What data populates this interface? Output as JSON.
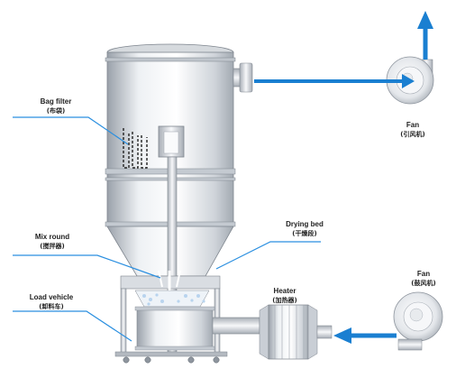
{
  "labels": {
    "bag_filter": {
      "en": "Bag filter",
      "zh": "(布袋)"
    },
    "fan_exhaust": {
      "en": "Fan",
      "zh": "(引风机)"
    },
    "drying_bed": {
      "en": "Drying bed",
      "zh": "(干燥段)"
    },
    "mix_round": {
      "en": "Mix round",
      "zh": "(搅拌器)"
    },
    "fan_blower": {
      "en": "Fan",
      "zh": "(鼓风机)"
    },
    "heater": {
      "en": "Heater",
      "zh": "(加热器)"
    },
    "load_vehicle": {
      "en": "Load vehicle",
      "zh": "(卸料车)"
    }
  },
  "colors": {
    "air_flow": "#1a7fd1",
    "leader_line": "#2a8fe0",
    "body_light": "#eceff3",
    "body_mid": "#c9ced5",
    "body_dark": "#9aa1aa",
    "edge": "#7e858e"
  }
}
